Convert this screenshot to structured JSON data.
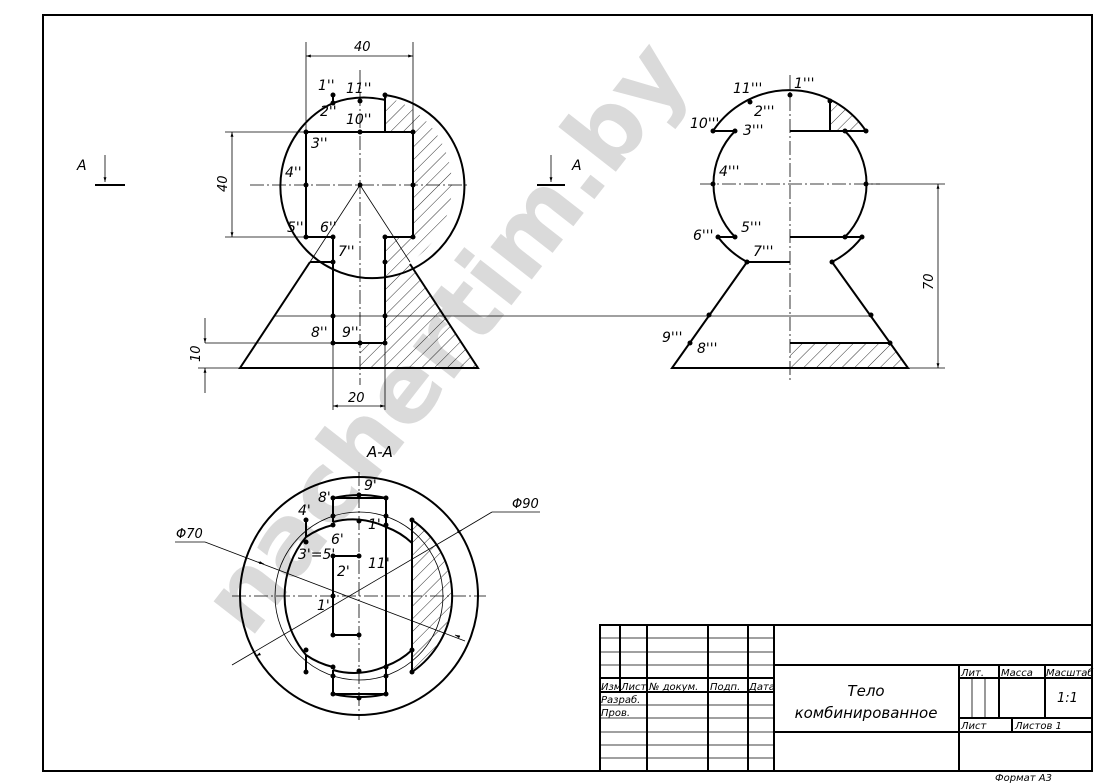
{
  "drawing": {
    "section_marker": "A",
    "section_title": "А-А",
    "watermark": "nachertim.by",
    "front_view": {
      "points": [
        "1''",
        "11''",
        "2''",
        "10''",
        "3''",
        "4''",
        "5''",
        "6''",
        "7''",
        "8''",
        "9''"
      ],
      "dims": {
        "top_width": "40",
        "hole_height": "40",
        "bottom_depth": "10",
        "stem_width": "20"
      }
    },
    "side_view": {
      "points": [
        "11'''",
        "1'''",
        "2'''",
        "10'''",
        "3'''",
        "4'''",
        "5'''",
        "6'''",
        "7'''",
        "9'''",
        "8'''"
      ],
      "dims": {
        "height": "70"
      }
    },
    "section_view": {
      "points": [
        "9'",
        "8'",
        "4'",
        "1'",
        "6'",
        "3'=5'",
        "11'",
        "2'",
        "1'"
      ],
      "dims": {
        "outer_diameter": "Φ90",
        "inner_diameter": "Φ70"
      }
    }
  },
  "title_block": {
    "col_headers": [
      "Изм",
      "Лист",
      "№ докум.",
      "Подп.",
      "Дата"
    ],
    "row_labels": [
      "Разраб.",
      "Пров."
    ],
    "title_line1": "Тело",
    "title_line2": "комбинированное",
    "lit_label": "Лит.",
    "mass_label": "Масса",
    "scale_label": "Масштаб",
    "scale_value": "1:1",
    "sheet_label": "Лист",
    "sheets_label": "Листов 1",
    "format": "Формат А3"
  }
}
